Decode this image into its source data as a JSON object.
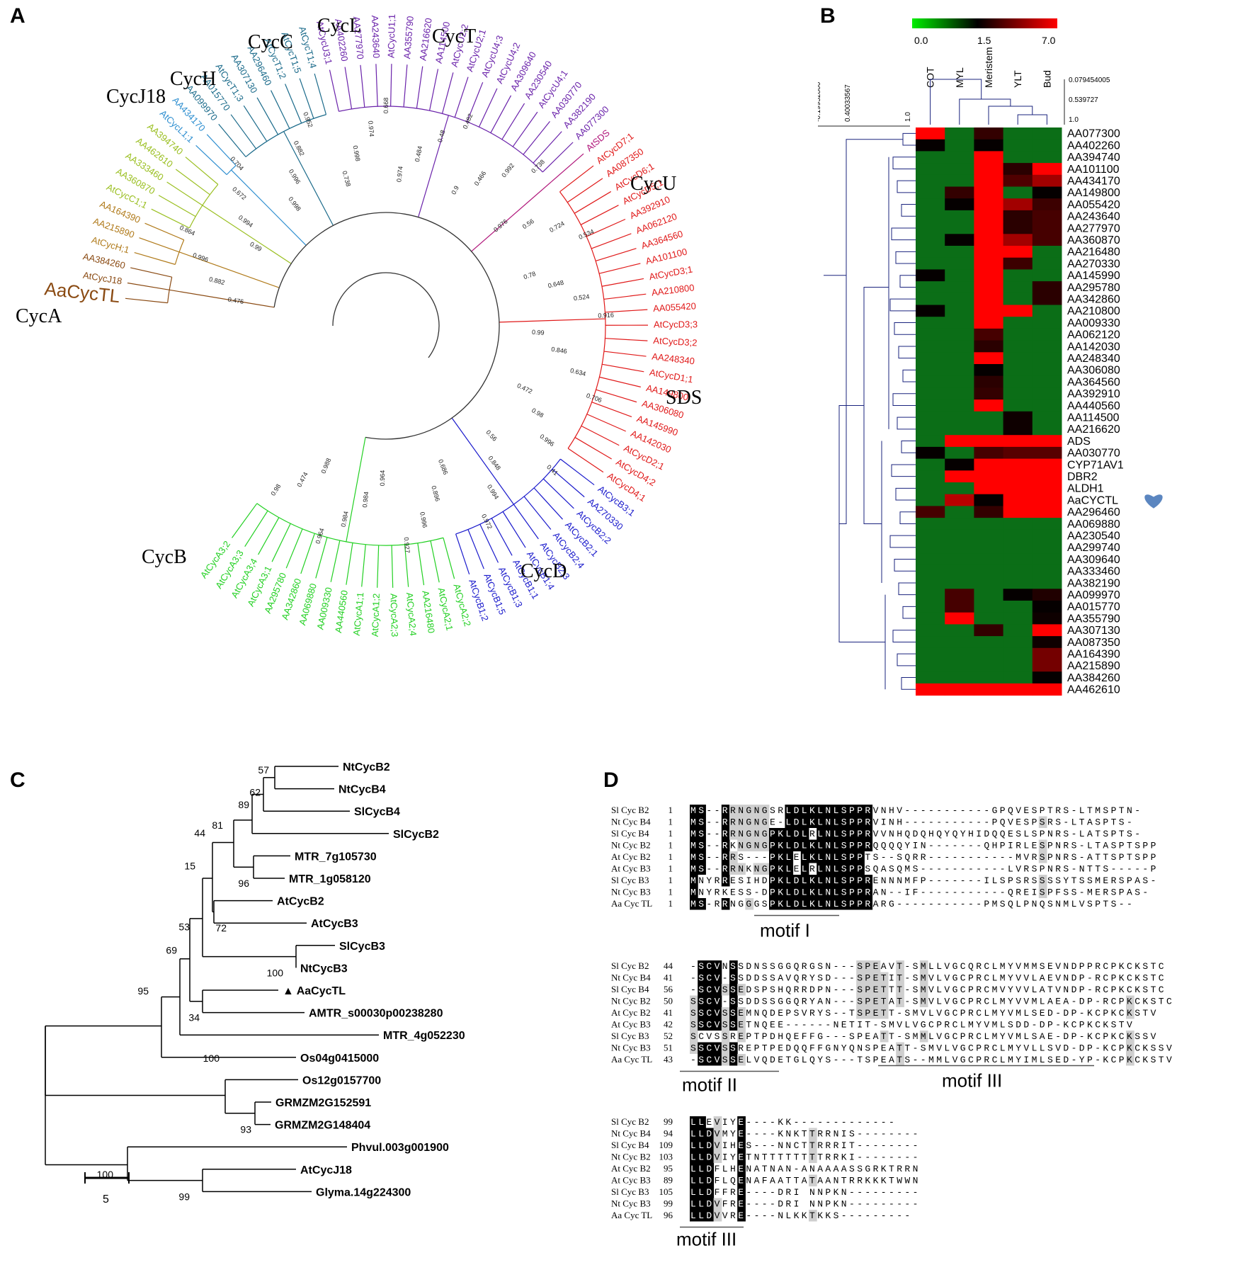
{
  "panels": {
    "a": "A",
    "b": "B",
    "c": "C",
    "d": "D"
  },
  "panelA": {
    "groups": [
      {
        "name": "CycJ18",
        "color": "#8a4a12",
        "leaves": [
          "AaCycTL",
          "AtCycJ18",
          "AA384260"
        ]
      },
      {
        "name": "CycH",
        "color": "#b07a1a",
        "leaves": [
          "AtCycH;1",
          "AA215890",
          "AA164390"
        ]
      },
      {
        "name": "CycC",
        "color": "#9abf20",
        "leaves": [
          "AtCycC1;1",
          "AA360870",
          "AA333460",
          "AA462610",
          "AA394740"
        ]
      },
      {
        "name": "CycL",
        "color": "#2f8fd0",
        "leaves": [
          "AtCycL1;1",
          "AA434170"
        ]
      },
      {
        "name": "CycT",
        "color": "#1a6a8a",
        "leaves": [
          "AA099970",
          "AA015770",
          "AtCycT1;3",
          "AA307130",
          "AA296460",
          "AtCycT1;2",
          "AtCycT1;5",
          "AtCycT1;4"
        ]
      },
      {
        "name": "CycU",
        "color": "#6a22aa",
        "leaves": [
          "AtCycU3;1",
          "AA402260",
          "AA277970",
          "AA243640",
          "AtCycU1;1",
          "AA355790",
          "AA216620",
          "AA114500",
          "AtCycU2;2",
          "AtCycU2;1",
          "AtCycU4;3",
          "AtCycU4;2",
          "AA309640",
          "AA230540",
          "AtCycU4;1",
          "AA030770",
          "AA382190",
          "AA077300"
        ]
      },
      {
        "name": "SDS",
        "color": "#b0157a",
        "leaves": [
          "AtSDS"
        ]
      },
      {
        "name": "CycD",
        "color": "#e01818",
        "leaves": [
          "AtCycD7;1",
          "AA087350",
          "AtCycD6;1",
          "AtCycD5;1",
          "AA392910",
          "AA062120",
          "AA364560",
          "AA101100",
          "AtCycD3;1",
          "AA210800",
          "AA055420",
          "AtCycD3;3",
          "AtCycD3;2",
          "AA248340",
          "AtCycD1;1",
          "AA149800",
          "AA306080",
          "AA145990",
          "AA142030",
          "AtCycD2;1",
          "AtCycD4;2",
          "AtCycD4;1"
        ]
      },
      {
        "name": "CycB",
        "color": "#1a1acc",
        "leaves": [
          "AtCycB3;1",
          "AA270330",
          "AtCycB2;2",
          "AtCycB2;1",
          "AtCycB2;4",
          "AtCycB2;3",
          "AtCycB1;4",
          "AtCycB1;1",
          "AtCycB1;3",
          "AtCycB1;5",
          "AtCycB1;2"
        ]
      },
      {
        "name": "CycA",
        "color": "#22d022",
        "leaves": [
          "AtCycA2;2",
          "AtCycA2;1",
          "AA216480",
          "AtCycA2;4",
          "AtCycA2;3",
          "AtCycA1;2",
          "AtCycA1;1",
          "AA440560",
          "AA009330",
          "AA069880",
          "AA342860",
          "AA295780",
          "AtCycA3;1",
          "AtCycA3;4",
          "AtCycA3;3",
          "AtCycA3;2"
        ]
      }
    ],
    "branch_values": [
      "0.476",
      "0.882",
      "0.996",
      "0.864",
      "0.99",
      "0.994",
      "0.672",
      "0.704",
      "0.998",
      "0.996",
      "0.882",
      "0.952",
      "0.738",
      "0.998",
      "0.974",
      "0.668",
      "0.974",
      "0.484",
      "0.48",
      "0.482",
      "0.9",
      "0.466",
      "0.992",
      "0.738",
      "0.976",
      "0.56",
      "0.724",
      "0.534",
      "0.78",
      "0.648",
      "0.524",
      "0.916",
      "0.99",
      "0.846",
      "0.634",
      "0.706",
      "0.472",
      "0.98",
      "0.996",
      "0.41",
      "0.56",
      "0.848",
      "0.994",
      "0.972",
      "0.686",
      "0.896",
      "0.996",
      "0.927",
      "0.964",
      "0.984",
      "0.984",
      "0.964",
      "0.988",
      "0.474",
      "0.98"
    ]
  },
  "panelB": {
    "scale_ticks": [
      "0.0",
      "1.5",
      "7.0"
    ],
    "columns": [
      "COT",
      "MYL",
      "Meristem",
      "YLT",
      "Bud"
    ],
    "row_tree_ticks": [
      "-0.19932866",
      "0.40033567",
      "1.0"
    ],
    "col_tree_ticks": [
      "0.079454005",
      "0.539727",
      "1.0"
    ],
    "heart_row": "AaCYCTL",
    "colors": {
      "low": "#00ee00",
      "mid": "#000000",
      "high": "#ff0000"
    },
    "rows": [
      {
        "label": "AA077300",
        "v": [
          7,
          0.5,
          2.6,
          0.5,
          0.5
        ]
      },
      {
        "label": "AA402260",
        "v": [
          1.6,
          0.5,
          1.6,
          0.5,
          0.5
        ]
      },
      {
        "label": "AA394740",
        "v": [
          0.5,
          0.5,
          7,
          0.5,
          0.5
        ]
      },
      {
        "label": "AA101100",
        "v": [
          0.5,
          0.5,
          7,
          2.4,
          7
        ]
      },
      {
        "label": "AA434170",
        "v": [
          0.5,
          0.5,
          7,
          3.2,
          5
        ]
      },
      {
        "label": "AA149800",
        "v": [
          0.5,
          2.6,
          7,
          0.5,
          1.6
        ]
      },
      {
        "label": "AA055420",
        "v": [
          0.5,
          1.6,
          7,
          5,
          2.8
        ]
      },
      {
        "label": "AA243640",
        "v": [
          0.5,
          0.5,
          7,
          2.4,
          3
        ]
      },
      {
        "label": "AA277970",
        "v": [
          0.5,
          0.5,
          7,
          2.4,
          3
        ]
      },
      {
        "label": "AA360870",
        "v": [
          0.5,
          1.6,
          7,
          5,
          3
        ]
      },
      {
        "label": "AA216480",
        "v": [
          0.5,
          0.5,
          7,
          7,
          0.5
        ]
      },
      {
        "label": "AA270330",
        "v": [
          0.5,
          0.5,
          7,
          2.8,
          0.5
        ]
      },
      {
        "label": "AA145990",
        "v": [
          1.6,
          0.5,
          7,
          0.5,
          0.5
        ]
      },
      {
        "label": "AA295780",
        "v": [
          0.5,
          0.5,
          7,
          0.5,
          2.4
        ]
      },
      {
        "label": "AA342860",
        "v": [
          0.5,
          0.5,
          7,
          0.5,
          2.4
        ]
      },
      {
        "label": "AA210800",
        "v": [
          1.6,
          0.5,
          7,
          7,
          0.5
        ]
      },
      {
        "label": "AA009330",
        "v": [
          0.5,
          0.5,
          7,
          0.5,
          0.5
        ]
      },
      {
        "label": "AA062120",
        "v": [
          0.5,
          0.5,
          3,
          0.5,
          0.5
        ]
      },
      {
        "label": "AA142030",
        "v": [
          0.5,
          0.5,
          2.4,
          0.5,
          0.5
        ]
      },
      {
        "label": "AA248340",
        "v": [
          0.5,
          0.5,
          7,
          0.5,
          0.5
        ]
      },
      {
        "label": "AA306080",
        "v": [
          0.5,
          0.5,
          1.6,
          0.5,
          0.5
        ]
      },
      {
        "label": "AA364560",
        "v": [
          0.5,
          0.5,
          2.4,
          0.5,
          0.5
        ]
      },
      {
        "label": "AA392910",
        "v": [
          0.5,
          0.5,
          2.6,
          0.5,
          0.5
        ]
      },
      {
        "label": "AA440560",
        "v": [
          0.5,
          0.5,
          7,
          0.5,
          0.5
        ]
      },
      {
        "label": "AA114500",
        "v": [
          0.5,
          0.5,
          0.5,
          1.8,
          0.5
        ]
      },
      {
        "label": "AA216620",
        "v": [
          0.5,
          0.5,
          0.5,
          1.8,
          0.5
        ]
      },
      {
        "label": "ADS",
        "v": [
          0.5,
          7,
          7,
          7,
          7
        ]
      },
      {
        "label": "AA030770",
        "v": [
          1.6,
          0.5,
          3,
          3.4,
          3.4
        ]
      },
      {
        "label": "CYP71AV1",
        "v": [
          0.5,
          1.6,
          7,
          7,
          7
        ]
      },
      {
        "label": "DBR2",
        "v": [
          0.5,
          7,
          7,
          7,
          7
        ]
      },
      {
        "label": "ALDH1",
        "v": [
          0.5,
          0.5,
          7,
          7,
          7
        ]
      },
      {
        "label": "AaCYCTL",
        "v": [
          0.5,
          5.5,
          1.6,
          7,
          7
        ]
      },
      {
        "label": "AA296460",
        "v": [
          3,
          0.5,
          2.6,
          7,
          7
        ]
      },
      {
        "label": "AA069880",
        "v": [
          0.5,
          0.5,
          0.5,
          0.5,
          0.5
        ]
      },
      {
        "label": "AA230540",
        "v": [
          0.5,
          0.5,
          0.5,
          0.5,
          0.5
        ]
      },
      {
        "label": "AA299740",
        "v": [
          0.5,
          0.5,
          0.5,
          0.5,
          0.5
        ]
      },
      {
        "label": "AA309640",
        "v": [
          0.5,
          0.5,
          0.5,
          0.5,
          0.5
        ]
      },
      {
        "label": "AA333460",
        "v": [
          0.5,
          0.5,
          0.5,
          0.5,
          0.5
        ]
      },
      {
        "label": "AA382190",
        "v": [
          0.5,
          0.5,
          0.5,
          0.5,
          0.5
        ]
      },
      {
        "label": "AA099970",
        "v": [
          0.5,
          3,
          0.5,
          1.6,
          2.2
        ]
      },
      {
        "label": "AA015770",
        "v": [
          0.5,
          3,
          0.5,
          0.5,
          1.6
        ]
      },
      {
        "label": "AA355790",
        "v": [
          0.5,
          7,
          0.5,
          0.5,
          1.8
        ]
      },
      {
        "label": "AA307130",
        "v": [
          0.5,
          0.5,
          2.6,
          0.5,
          7
        ]
      },
      {
        "label": "AA087350",
        "v": [
          0.5,
          0.5,
          0.5,
          0.5,
          1.8
        ]
      },
      {
        "label": "AA164390",
        "v": [
          0.5,
          0.5,
          0.5,
          0.5,
          4
        ]
      },
      {
        "label": "AA215890",
        "v": [
          0.5,
          0.5,
          0.5,
          0.5,
          4
        ]
      },
      {
        "label": "AA384260",
        "v": [
          0.5,
          0.5,
          0.5,
          0.5,
          1.6
        ]
      },
      {
        "label": "AA462610",
        "v": [
          7,
          7,
          7,
          7,
          7
        ]
      }
    ]
  },
  "panelC": {
    "leaves": [
      "NtCycB2",
      "NtCycB4",
      "SlCycB4",
      "SlCycB2",
      "MTR_7g105730",
      "MTR_1g058120",
      "AtCycB2",
      "AtCycB3",
      "SlCycB3",
      "NtCycB3",
      "AaCycTL",
      "AMTR_s00030p00238280",
      "MTR_4g052230",
      "Os04g0415000",
      "Os12g0157700",
      "GRMZM2G152591",
      "GRMZM2G148404",
      "Phvul.003g001900",
      "AtCycJ18",
      "Glyma.14g224300"
    ],
    "bootstrap": [
      "57",
      "62",
      "89",
      "81",
      "96",
      "44",
      "15",
      "72",
      "53",
      "100",
      "69",
      "34",
      "95",
      "100",
      "93",
      "100",
      "99"
    ],
    "marker": "▲",
    "scale_label": "5"
  },
  "panelD": {
    "blocks": [
      {
        "rows": [
          {
            "name": "Sl Cyc B2",
            "start": "1",
            "seq": "MS--RRNGNGSRLDLKLNLSPPRVNHV-----------GPQVESPTRS-LTMSPTN-"
          },
          {
            "name": "Nt Cyc B4",
            "start": "1",
            "seq": "MS--RRNGNGE-LDLKLNLSPPRVINH-----------PQVESPSRS-LTASPTS-"
          },
          {
            "name": "Sl Cyc B4",
            "start": "1",
            "seq": "MS--RRNGNGPKLDLRLNLSPPRVVNHQDQHQYQYHIDQQESLSPNRS-LATSPTS-"
          },
          {
            "name": "Nt Cyc B2",
            "start": "1",
            "seq": "MS--RKNGNGPKLDLKLNLSPPRQQQQYIN-------QHPIRLESPNRS-LTASPTSPP"
          },
          {
            "name": "At Cyc B2",
            "start": "1",
            "seq": "MS--RRS---PKLELKLNLSPPTS--SQRR-----------MVRSPNRS-ATTSPTSPP"
          },
          {
            "name": "At Cyc B3",
            "start": "1",
            "seq": "MS--RRNKNGPKLELRLNLSPPSQASQMS-----------LVRSPNRS-NTTS-----P"
          },
          {
            "name": "Sl Cyc B3",
            "start": "1",
            "seq": "MNYRRESIHDPKLDLKLNLSPPRENNNMFP-------ILSPSRSSSSYTSSMERSPAS-"
          },
          {
            "name": "Nt Cyc B3",
            "start": "1",
            "seq": "MNYRKESS-DPKLDLKLNLSPPRAN--IF-----------QREISPFSS-MERSPAS-"
          },
          {
            "name": "Aa Cyc TL",
            "start": "1",
            "seq": "MS-RRNGGGSPKLDLKLNLSPPRARG-----------PMSQLPNQSNMLVSPTS--"
          }
        ],
        "motifs": [
          "motif  I"
        ]
      },
      {
        "rows": [
          {
            "name": "Sl Cyc B2",
            "start": "44",
            "seq": "-SCVNSSDNSSGGQRGSN---SPEAVT-SMLLVGCQRCLMYVMMSEVNDPPRCPKCKSTC"
          },
          {
            "name": "Nt Cyc B4",
            "start": "41",
            "seq": "-SCV-SSDDSSAVQRYSD---SPETIT-SMVLVGCPRCLMYVVLAEVNDP-RCPKCKSTC"
          },
          {
            "name": "Sl Cyc B4",
            "start": "56",
            "seq": "-SCVSSEDSPSHQRRDPN---SPETTT-SMVLVGCPRCMVYVVLATVNDP-RCPKCKSTC"
          },
          {
            "name": "Nt Cyc B2",
            "start": "50",
            "seq": "SSCV-SSDDSSGGQRYAN---SPETAT-SMVLVGCPRCLMYVVMLAEA-DP-RCPKCKSTC"
          },
          {
            "name": "At Cyc B2",
            "start": "41",
            "seq": "SSCVSSEMNQDEPSVRYS--TSPETT-SMVLVGCPRCLMYVMLSED-DP-KCPKCKSTV"
          },
          {
            "name": "At Cyc B3",
            "start": "42",
            "seq": "SSCVSSETNQEE------NETIT-SMVLVGCPRCLMYVMLSDD-DP-KCPKCKSTV"
          },
          {
            "name": "Sl Cyc B3",
            "start": "52",
            "seq": "SCVSSREPTPDHQEFFG---SPEATT-SMMLVGCPRCLMYVMLSAE-DP-KCPKCKSSV"
          },
          {
            "name": "Nt Cyc B3",
            "start": "51",
            "seq": "SSCVSSREPTPEDQQFFGNYQNSPEATT-SMVLVGCPRCLMYVLLSVD-DP-KCPKCKSSV"
          },
          {
            "name": "Aa Cyc TL",
            "start": "43",
            "seq": "-SCVSSELVQDETGLQYS---TSPEATS--MMLVGCPRCLMYIMLSED-YP-KCPKCKSTV"
          }
        ],
        "motifs": [
          "motif II",
          "motif III"
        ]
      },
      {
        "rows": [
          {
            "name": "Sl Cyc B2",
            "start": "99",
            "seq": "LLEVIYE----KK-------------"
          },
          {
            "name": "Nt Cyc B4",
            "start": "94",
            "seq": "LLDVMYE----KNKTTRRNIS--------"
          },
          {
            "name": "Sl Cyc B4",
            "start": "109",
            "seq": "LLDVIHES---NNCTTRRRIT--------"
          },
          {
            "name": "Nt Cyc B2",
            "start": "103",
            "seq": "LLDVIYETNTTTTTTTTRRKI--------"
          },
          {
            "name": "At Cyc B2",
            "start": "95",
            "seq": "LLDFLHENATNAN-ANAAAASSGRKTRRN"
          },
          {
            "name": "At Cyc B3",
            "start": "89",
            "seq": "LLDFLQENAFAATTATAANTRRKKKTWWN"
          },
          {
            "name": "Sl Cyc B3",
            "start": "105",
            "seq": "LLDFFRE----DRI NNPKN---------"
          },
          {
            "name": "Nt Cyc B3",
            "start": "99",
            "seq": "LLDVFRE----DRI NNPKN---------"
          },
          {
            "name": "Aa Cyc TL",
            "start": "96",
            "seq": "LLDVVRE----NLKKTKKS---------"
          }
        ],
        "motifs": [
          "motif III"
        ]
      }
    ]
  }
}
